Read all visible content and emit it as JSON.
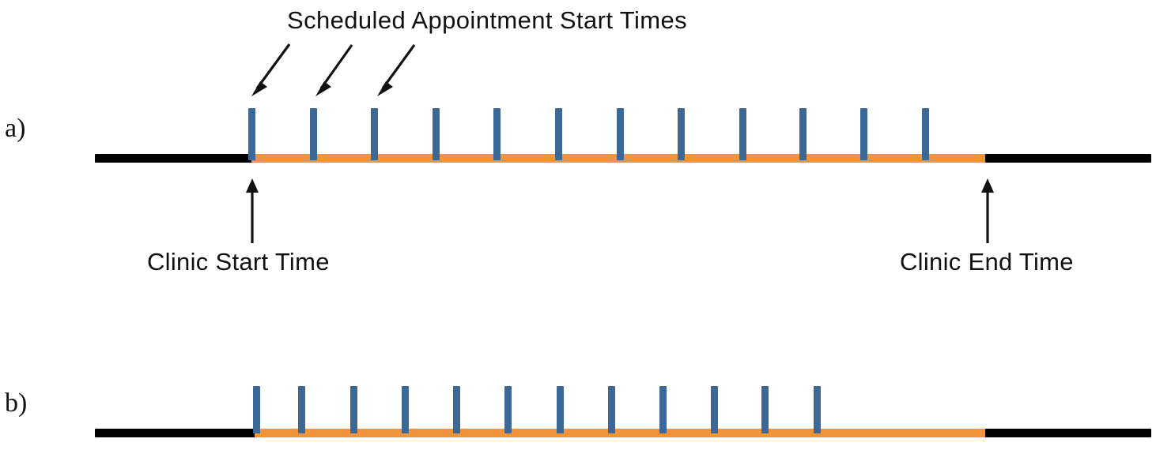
{
  "figure": {
    "title": "Scheduled Appointment Start Times",
    "panels": [
      {
        "id": "a",
        "label": "a)",
        "description": "Evenly spaced scheduled appointment start times across the full clinic session",
        "tick_count": 12
      },
      {
        "id": "b",
        "label": "b)",
        "description": "Appointment start times compressed toward the beginning of the clinic session",
        "tick_count": 12
      }
    ],
    "annotations": {
      "clinic_start": "Clinic Start Time",
      "clinic_end": "Clinic End Time"
    },
    "colors": {
      "appointment_tick": "#3D6795",
      "clinic_session_line": "#F2943C",
      "outside_clinic_line": "#000000",
      "text": "#111111",
      "background": "#FFFFFF"
    }
  },
  "chart_data": {
    "type": "line",
    "title": "Scheduled Appointment Start Times",
    "xlabel": "",
    "ylabel": "",
    "xlim": [
      0,
      1462
    ],
    "grid": false,
    "legend": "none",
    "series": [
      {
        "name": "a) Appointments spread evenly over clinic session",
        "panel": "a",
        "clinic_start_x": 318,
        "clinic_end_x": 1248,
        "line_start_x": 120,
        "line_end_x": 1456,
        "appointment_x": [
          318,
          396,
          473,
          551,
          628,
          706,
          784,
          861,
          939,
          1015,
          1092,
          1170
        ],
        "appointment_count": 12,
        "mean_spacing_px": 77.5
      },
      {
        "name": "b) Appointments front-loaded in clinic session",
        "panel": "b",
        "clinic_start_x": 322,
        "clinic_end_x": 1248,
        "line_start_x": 120,
        "line_end_x": 1456,
        "appointment_x": [
          324,
          381,
          447,
          512,
          577,
          642,
          708,
          773,
          838,
          903,
          967,
          1033
        ],
        "appointment_count": 12,
        "mean_spacing_px": 64.5
      }
    ],
    "annotations": [
      {
        "text": "Scheduled Appointment Start Times",
        "points_to": [
          318,
          396,
          473
        ],
        "style": "three-diagonal-arrows"
      },
      {
        "text": "Clinic Start Time",
        "points_to_x": 318,
        "style": "up-arrow"
      },
      {
        "text": "Clinic End Time",
        "points_to_x": 1248,
        "style": "up-arrow"
      }
    ]
  }
}
